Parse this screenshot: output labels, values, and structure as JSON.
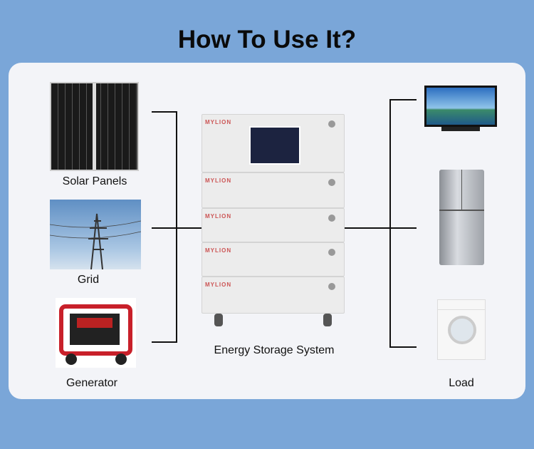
{
  "title": "How To Use It?",
  "sources": [
    {
      "label": "Solar Panels",
      "icon": "solar-panel-image"
    },
    {
      "label": "Grid",
      "icon": "power-grid-image"
    },
    {
      "label": "Generator",
      "icon": "generator-image"
    }
  ],
  "system": {
    "label": "Energy Storage System",
    "brand": "MYLION"
  },
  "loads": {
    "label": "Load",
    "items": [
      "tv-image",
      "refrigerator-image",
      "washing-machine-image"
    ]
  },
  "colors": {
    "background": "#7aa6d8",
    "panel": "#f3f4f8",
    "line": "#111111"
  }
}
